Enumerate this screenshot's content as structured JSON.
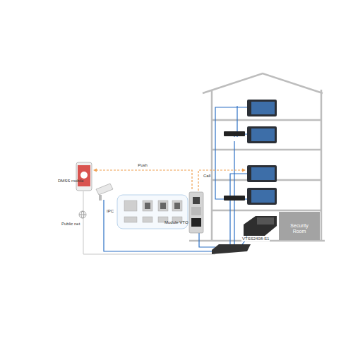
{
  "diagram": {
    "nodes": [
      {
        "text": [
          "DMSS mobile"
        ]
      },
      {
        "text": [
          "Module VTO"
        ]
      },
      {
        "text": [
          "Security Room"
        ]
      }
    ],
    "edges": [
      {
        "from": 1,
        "to": 0,
        "label": "Push",
        "arrow": "to"
      }
    ],
    "labels": [
      "Public net",
      "IPC",
      "Call",
      "VTSS2408-S1"
    ]
  }
}
